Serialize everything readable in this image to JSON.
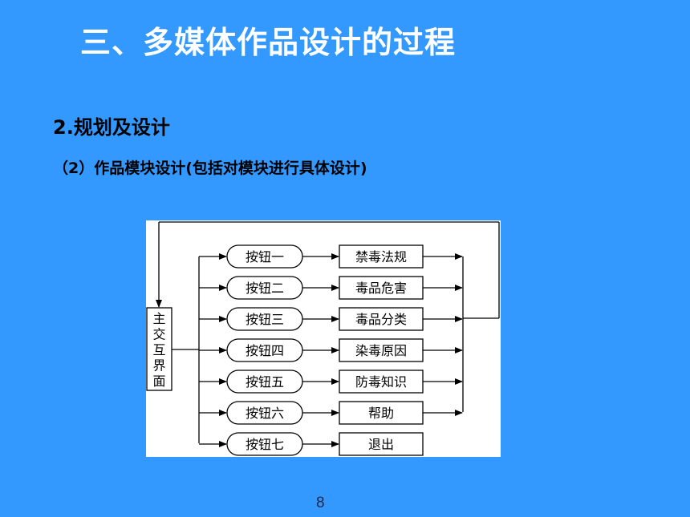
{
  "slide": {
    "title": "三、多媒体作品设计的过程",
    "subtitle": "2.规划及设计",
    "subsubtitle": "（2）作品模块设计(包括对模块进行具体设计)",
    "page_number": "8"
  },
  "diagram": {
    "main_box": [
      "主",
      "交",
      "互",
      "界",
      "面"
    ],
    "rows": [
      {
        "button": "按钮一",
        "module": "禁毒法规"
      },
      {
        "button": "按钮二",
        "module": "毒品危害"
      },
      {
        "button": "按钮三",
        "module": "毒品分类"
      },
      {
        "button": "按钮四",
        "module": "染毒原因"
      },
      {
        "button": "按钮五",
        "module": "防毒知识"
      },
      {
        "button": "按钮六",
        "module": "帮助"
      },
      {
        "button": "按钮七",
        "module": "退出"
      }
    ]
  }
}
